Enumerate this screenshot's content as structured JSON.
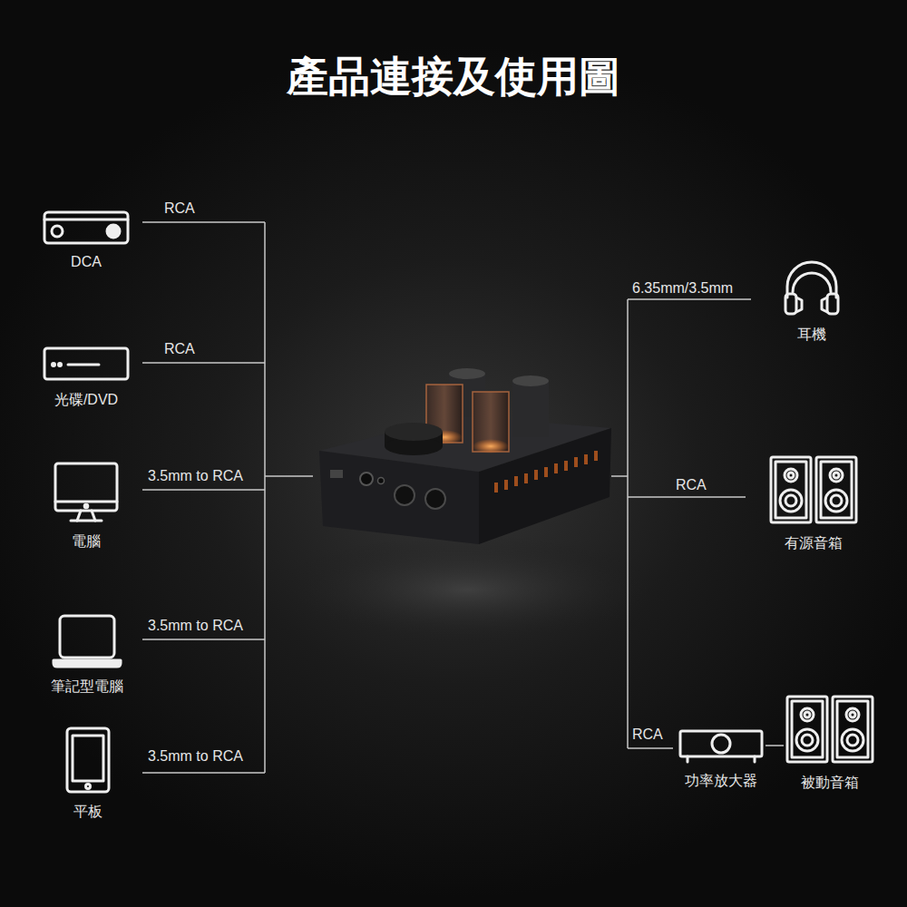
{
  "diagram": {
    "title": "產品連接及使用圖",
    "nodes": [
      {
        "text": [
          "DCA"
        ]
      },
      {
        "text": [
          "光碟/DVD"
        ]
      },
      {
        "text": [
          "電腦"
        ]
      },
      {
        "text": [
          "筆記型電腦"
        ]
      },
      {
        "text": [
          "平板"
        ]
      },
      {
        "text": [
          "耳機"
        ]
      },
      {
        "text": [
          "有源音箱"
        ]
      },
      {
        "text": [
          "功率放大器"
        ]
      },
      {
        "text": [
          "被動音箱"
        ]
      }
    ],
    "edges": [
      {
        "from": 7,
        "to": 8,
        "arrow": "none"
      }
    ],
    "labels": [
      "RCA",
      "RCA",
      "3.5mm to RCA",
      "3.5mm to RCA",
      "3.5mm to RCA",
      "6.35mm/3.5mm",
      "RCA",
      "RCA"
    ]
  }
}
